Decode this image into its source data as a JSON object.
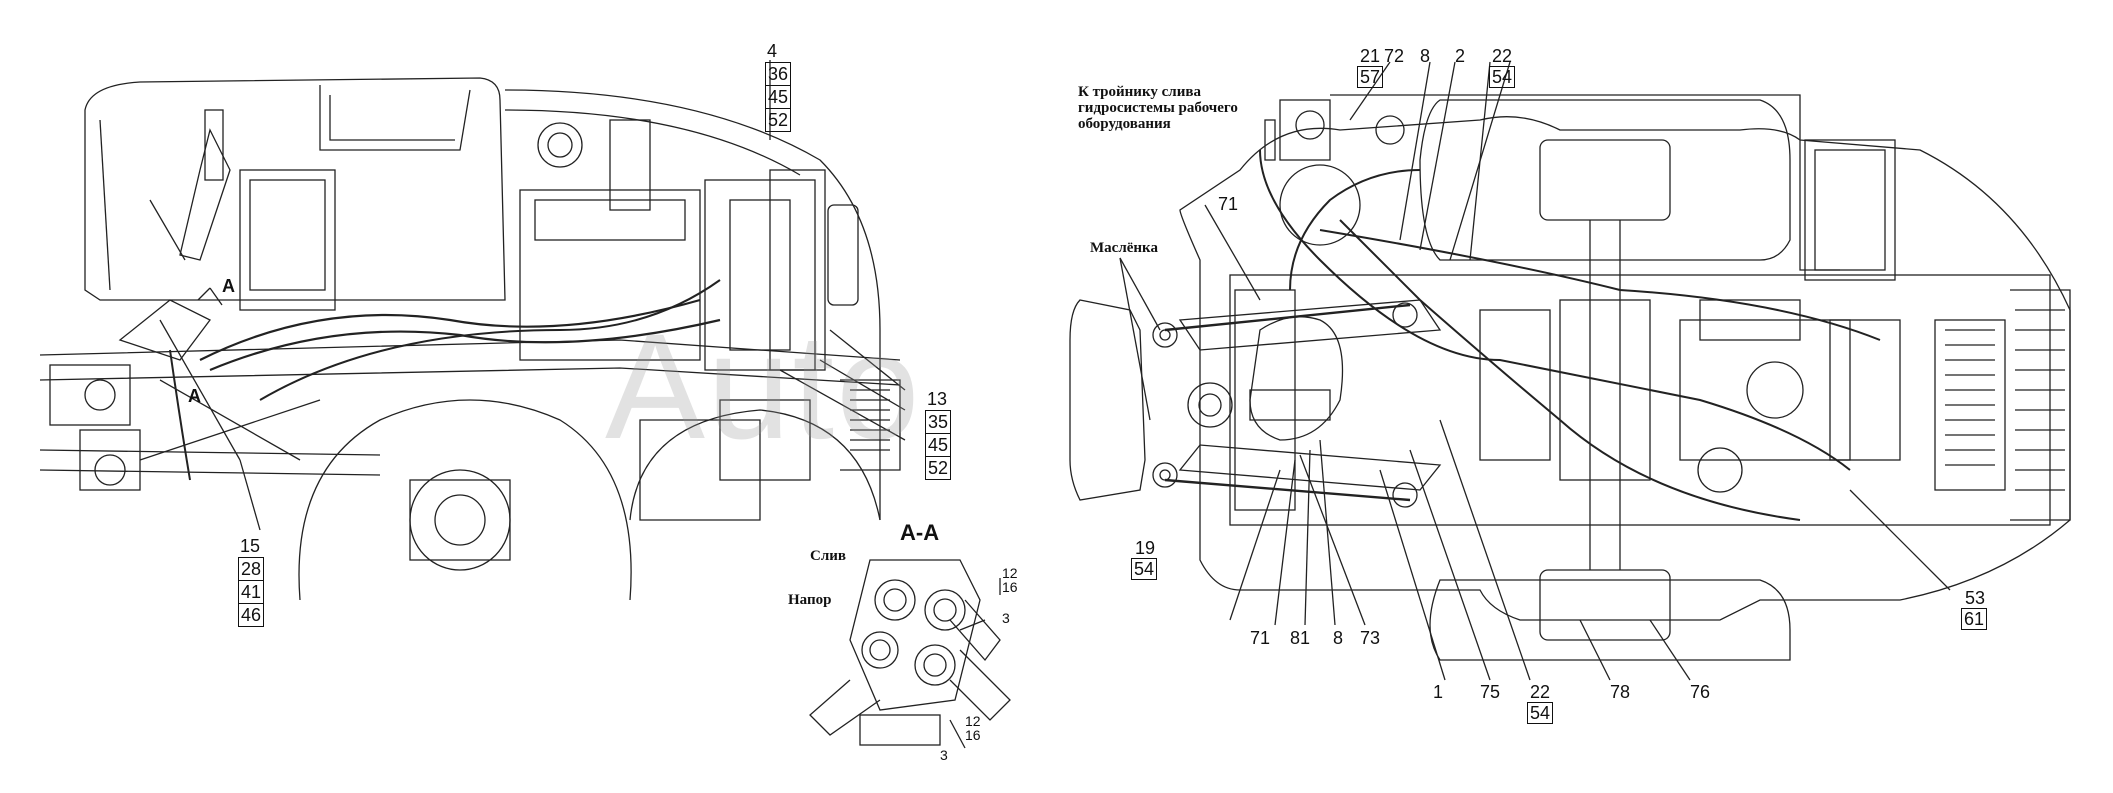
{
  "notes": {
    "masl": "Маслёнка",
    "to_tee_1": "К тройнику слива",
    "to_tee_2": "гидросистемы рабочего",
    "to_tee_3": "оборудования",
    "sliv": "Слив",
    "napor": "Напор",
    "section": "А-А",
    "arrow_a": "А"
  },
  "left_stack_top": [
    "4",
    "36",
    "45",
    "52"
  ],
  "left_stack_mid": [
    "13",
    "35",
    "45",
    "52"
  ],
  "left_stack_bottom": [
    "15",
    "28",
    "41",
    "46"
  ],
  "aa_callouts": {
    "p12a": "12",
    "p16a": "16",
    "p3a": "3",
    "p12b": "12",
    "p16b": "16",
    "p3b": "3"
  },
  "right_top": {
    "c21": "21",
    "c72": "72",
    "c8": "8",
    "c2": "2",
    "c22": "22",
    "c57": "57",
    "c54": "54",
    "c71": "71"
  },
  "right_bottom": {
    "c19": "19",
    "c54a": "54",
    "c71b": "71",
    "c81": "81",
    "c8b": "8",
    "c73": "73",
    "c1": "1",
    "c75": "75",
    "c22b": "22",
    "c54b": "54",
    "c78": "78",
    "c76": "76",
    "c53": "53",
    "c61": "61"
  },
  "watermark": "Auto"
}
